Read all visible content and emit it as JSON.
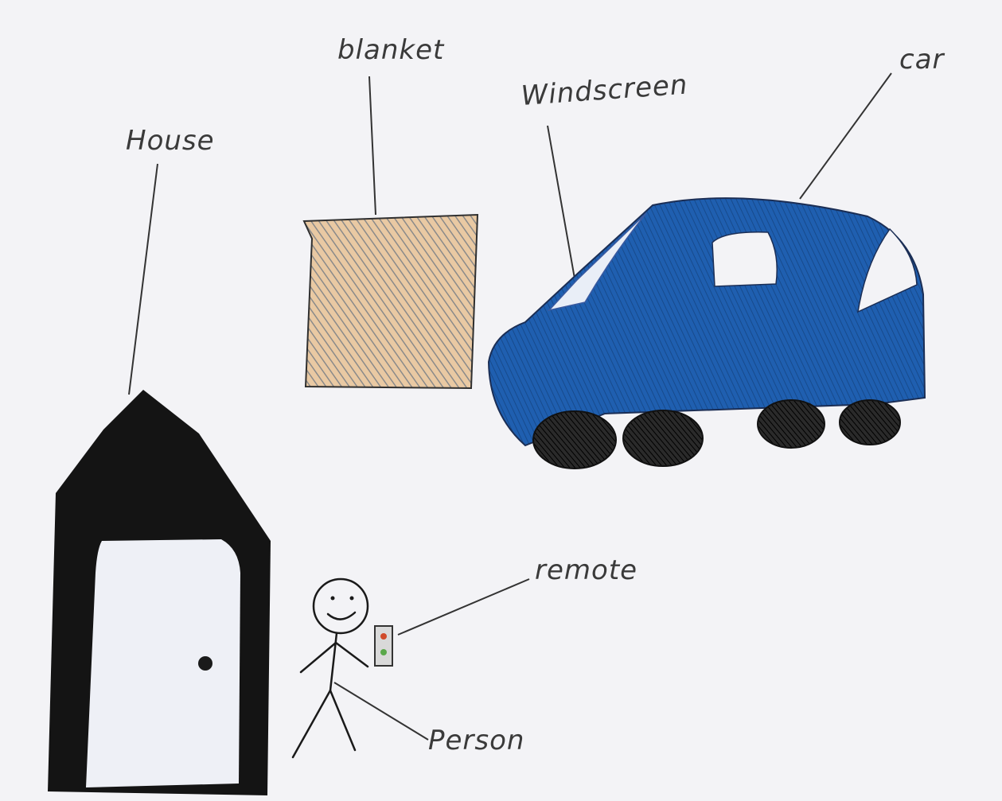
{
  "labels": {
    "house": "House",
    "blanket": "blanket",
    "windscreen": "Windscreen",
    "car": "car",
    "remote": "remote",
    "person": "Person"
  },
  "colors": {
    "paper": "#f3f3f6",
    "pencil": "#3a3a3a",
    "house": "#141414",
    "blanket_orange": "#e8b27a",
    "blanket_grey": "#8a8a8a",
    "car_blue": "#1f5fb0",
    "wheel": "#1c1c1c",
    "remote_red": "#d04a2a",
    "remote_green": "#5aa84a"
  },
  "icons": [
    "house-icon",
    "blanket-icon",
    "car-icon",
    "person-icon",
    "remote-icon"
  ]
}
